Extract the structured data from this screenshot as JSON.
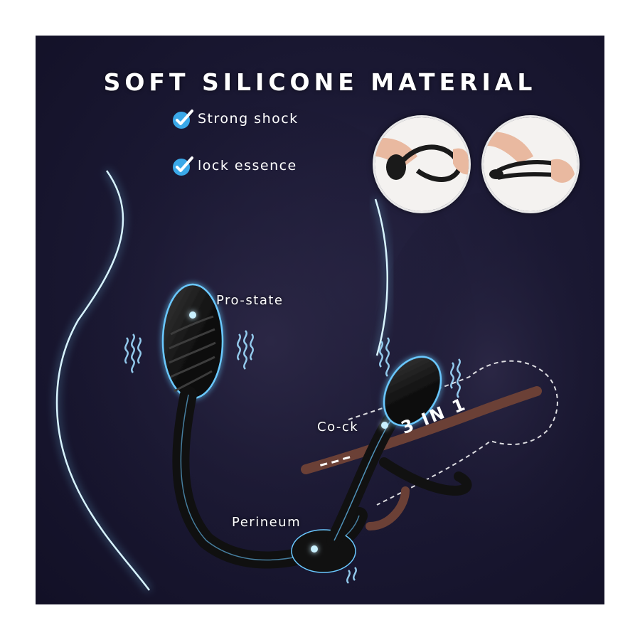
{
  "headline": "SOFT SILICONE MATERIAL",
  "features": [
    {
      "icon": "checkmark-icon",
      "text": "Strong shock"
    },
    {
      "icon": "checkmark-icon",
      "text": "lock essence"
    }
  ],
  "labels": {
    "prostate": "Pro-state",
    "cock": "Co-ck",
    "three_in_one": "3 IN 1",
    "perineum": "Perineum"
  },
  "colors": {
    "background": "#1b1934",
    "glow": "#7fd6ff",
    "check": "#3aa8e8",
    "product": "#141414"
  }
}
